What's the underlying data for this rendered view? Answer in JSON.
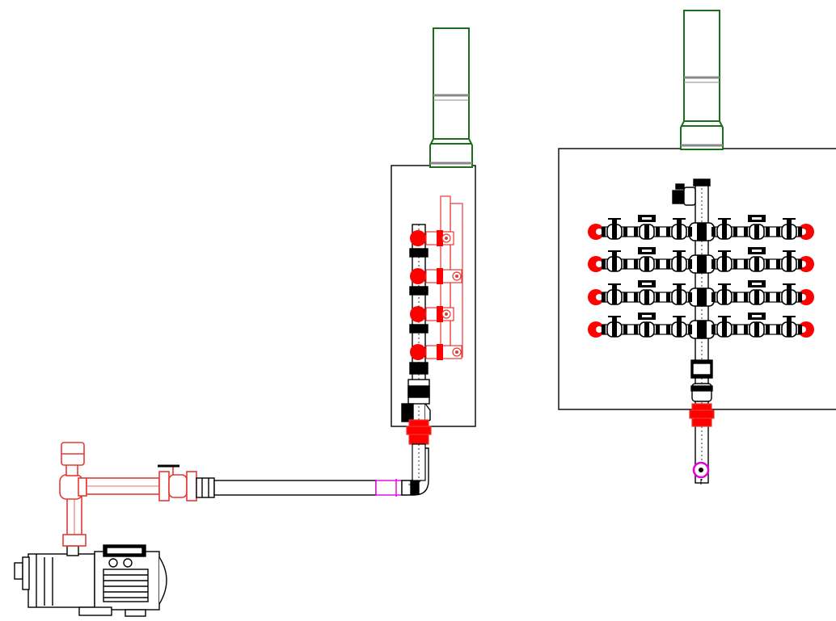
{
  "colors": {
    "background": "#ffffff",
    "line": "#000000",
    "fitting_red": "#ff0000",
    "outline_red": "#e53935",
    "vent_green": "#1b6e1b",
    "magenta": "#e000e0"
  },
  "components": {
    "pump": "centrifugal-pump",
    "pump_piping": "red-discharge-assembly",
    "supply_pipe": "horizontal-supply-pipe",
    "panel_left": "side-view-manifold-panel",
    "panel_right": "front-view-manifold-panel",
    "vent_pipes": "green-vent-pipes",
    "left_manifold_outlets": 4,
    "right_manifold_rows": 4,
    "right_manifold_valves_per_side": 3
  }
}
